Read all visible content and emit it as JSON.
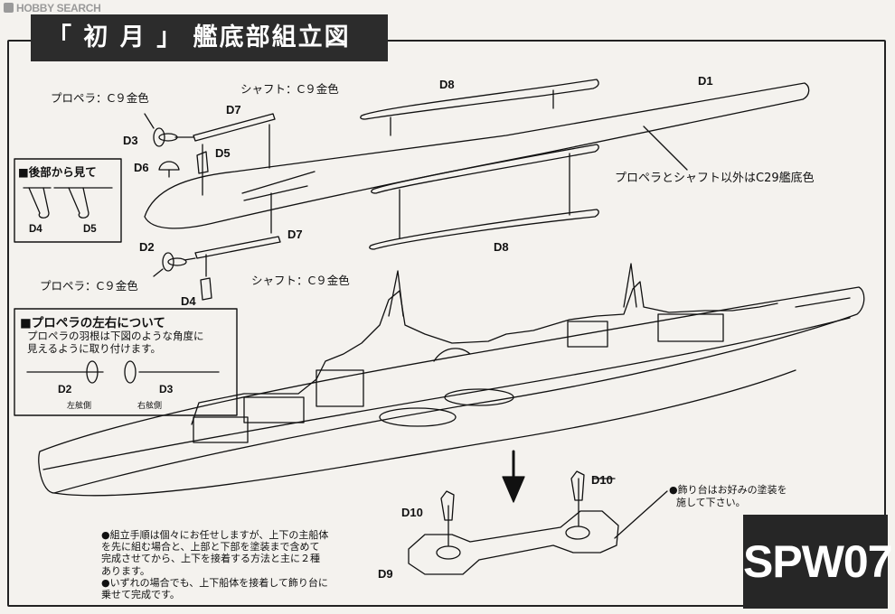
{
  "watermark": "HOBBY SEARCH",
  "title": "「 初 月 」 艦底部組立図",
  "labels": {
    "d1": "D1",
    "d8_top": "D8",
    "d8_bottom": "D8",
    "d7_top": "D7",
    "d7_bottom": "D7",
    "d3": "D3",
    "d5": "D5",
    "d6": "D6",
    "d2": "D2",
    "d4": "D4",
    "propeller_top": "プロペラ：C９金色",
    "shaft_top": "シャフト：C９金色",
    "propeller_bottom": "プロペラ：C９金色",
    "shaft_bottom": "シャフト：C９金色",
    "hull_color_note": "プロペラとシャフト以外はC29艦底色",
    "d10_left": "D10",
    "d10_right": "D10",
    "d9": "D9"
  },
  "rear_view": {
    "title": "■後部から見て",
    "left": "D4",
    "right": "D5"
  },
  "prop_box": {
    "title": "■プロペラの左右について",
    "line1": "プロペラの羽根は下図のような角度に",
    "line2": "見えるように取り付けます。",
    "d2": "D2",
    "d3": "D3",
    "port": "左舷側",
    "starboard": "右舷側"
  },
  "stand_note": {
    "line1": "●飾り台はお好みの塗装を",
    "line2": "施して下さい。"
  },
  "notes": [
    "●組立手順は個々にお任せしますが、上下の主船体",
    "を先に組む場合と、上部と下部を塗装まで含めて",
    "完成させてから、上下を接着する方法と主に２種",
    "あります。",
    "●いずれの場合でも、上下船体を接着して飾り台に",
    "乗せて完成です。"
  ],
  "product_code": "SPW07"
}
